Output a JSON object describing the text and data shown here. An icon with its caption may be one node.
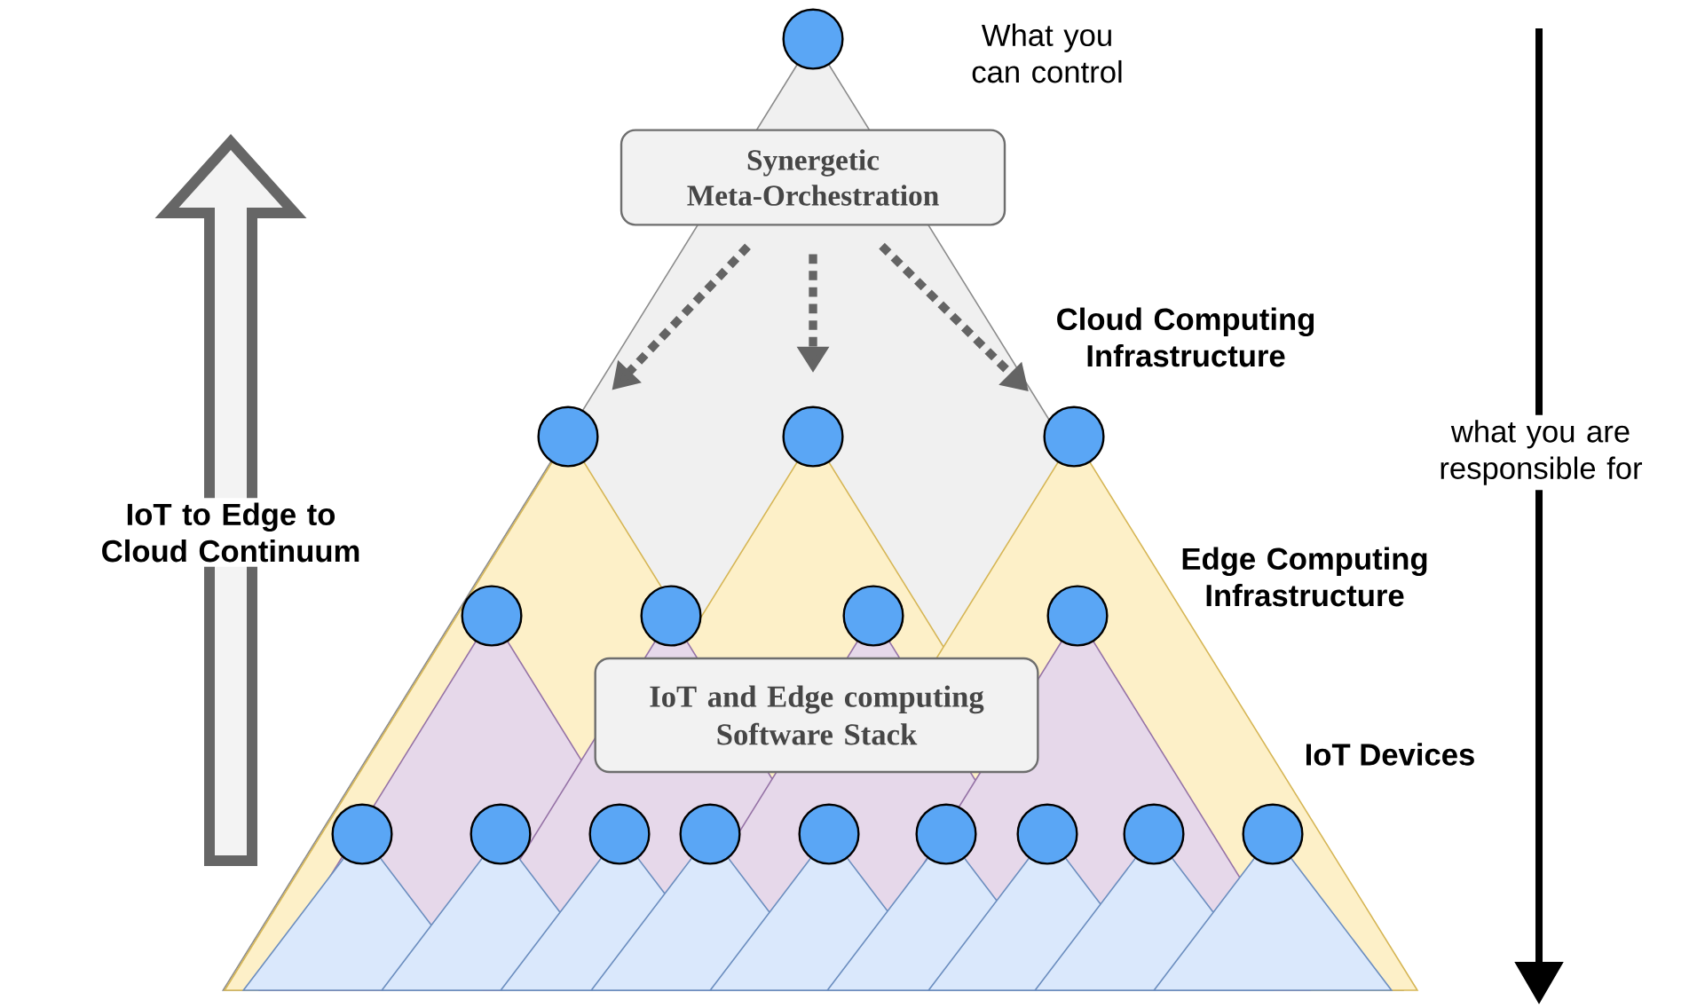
{
  "diagram": {
    "nodes": [
      {
        "text": [],
        "shape": "circle"
      },
      {
        "text": [
          "Synergetic Meta-Orchestration"
        ]
      },
      {
        "text": [],
        "shape": "circle"
      },
      {
        "text": [],
        "shape": "circle"
      },
      {
        "text": [],
        "shape": "circle"
      },
      {
        "text": [],
        "shape": "circle"
      },
      {
        "text": [],
        "shape": "circle"
      },
      {
        "text": [],
        "shape": "circle"
      },
      {
        "text": [],
        "shape": "circle"
      },
      {
        "text": [
          "IoT and Edge computing Software Stack"
        ]
      },
      {
        "text": [],
        "shape": "circle"
      },
      {
        "text": [],
        "shape": "circle"
      },
      {
        "text": [],
        "shape": "circle"
      },
      {
        "text": [],
        "shape": "circle"
      },
      {
        "text": [],
        "shape": "circle"
      },
      {
        "text": [],
        "shape": "circle"
      },
      {
        "text": [],
        "shape": "circle"
      },
      {
        "text": [],
        "shape": "circle"
      },
      {
        "text": [],
        "shape": "circle"
      }
    ],
    "edges": [
      {
        "from": 1,
        "to": 2,
        "arrow": "to",
        "style": "dashed"
      },
      {
        "from": 1,
        "to": 3,
        "arrow": "to",
        "style": "dashed"
      },
      {
        "from": 1,
        "to": 4,
        "arrow": "to",
        "style": "dashed"
      }
    ],
    "labels": [
      "What you can control",
      "Cloud Computing Infrastructure",
      "what you are responsible for",
      "IoT to Edge to Cloud Continuum",
      "Edge Computing Infrastructure",
      "IoT Devices"
    ]
  }
}
